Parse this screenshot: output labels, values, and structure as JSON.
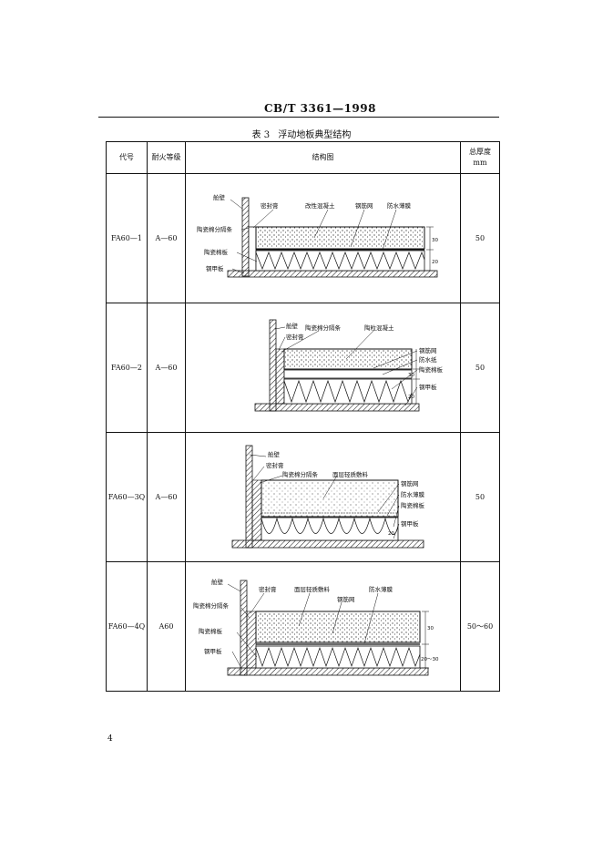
{
  "header": {
    "doc_code": "CB/T 3361—1998"
  },
  "caption": {
    "table_no": "表 3",
    "title": "浮动地板典型结构"
  },
  "columns": {
    "code": "代号",
    "fire_rating": "耐火等级",
    "structure": "结构图",
    "thickness_line1": "总厚度",
    "thickness_line2": "mm"
  },
  "rows": [
    {
      "code": "FA60—1",
      "fire_rating": "A—60",
      "thickness": "50",
      "labels": {
        "bulkhead": "舱壁",
        "sealant": "密封膏",
        "strip": "陶瓷棉分隔条",
        "top": "改性混凝土",
        "mesh": "钢筋网",
        "film": "防水薄膜",
        "wool": "陶瓷棉板",
        "deck": "钢甲板"
      },
      "dims": [
        "30",
        "20"
      ]
    },
    {
      "code": "FA60—2",
      "fire_rating": "A—60",
      "thickness": "50",
      "labels": {
        "bulkhead": "舱壁",
        "sealant": "密封膏",
        "strip": "陶瓷棉分隔条",
        "top": "陶粒混凝土",
        "mesh": "钢筋网",
        "film": "防水纸",
        "wool": "陶瓷棉板",
        "deck": "钢甲板"
      },
      "dims": [
        "30",
        "20"
      ]
    },
    {
      "code": "FA60—3Q",
      "fire_rating": "A—60",
      "thickness": "50",
      "labels": {
        "bulkhead": "舱壁",
        "sealant": "密封膏",
        "strip": "陶瓷棉分隔条",
        "top": "面层轻质敷料",
        "mesh": "钢筋网",
        "film": "防水薄膜",
        "wool": "陶瓷棉板",
        "deck": "钢甲板"
      },
      "dims": [
        "20"
      ]
    },
    {
      "code": "FA60—4Q",
      "fire_rating": "A60",
      "thickness": "50～60",
      "labels": {
        "bulkhead": "舱壁",
        "sealant": "密封膏",
        "strip": "陶瓷棉分隔条",
        "top": "面层轻质敷料",
        "mesh": "钢筋网",
        "film": "防水薄膜",
        "wool": "陶瓷棉板",
        "deck": "钢甲板"
      },
      "dims": [
        "30",
        "20～30"
      ]
    }
  ],
  "page_number": "4"
}
